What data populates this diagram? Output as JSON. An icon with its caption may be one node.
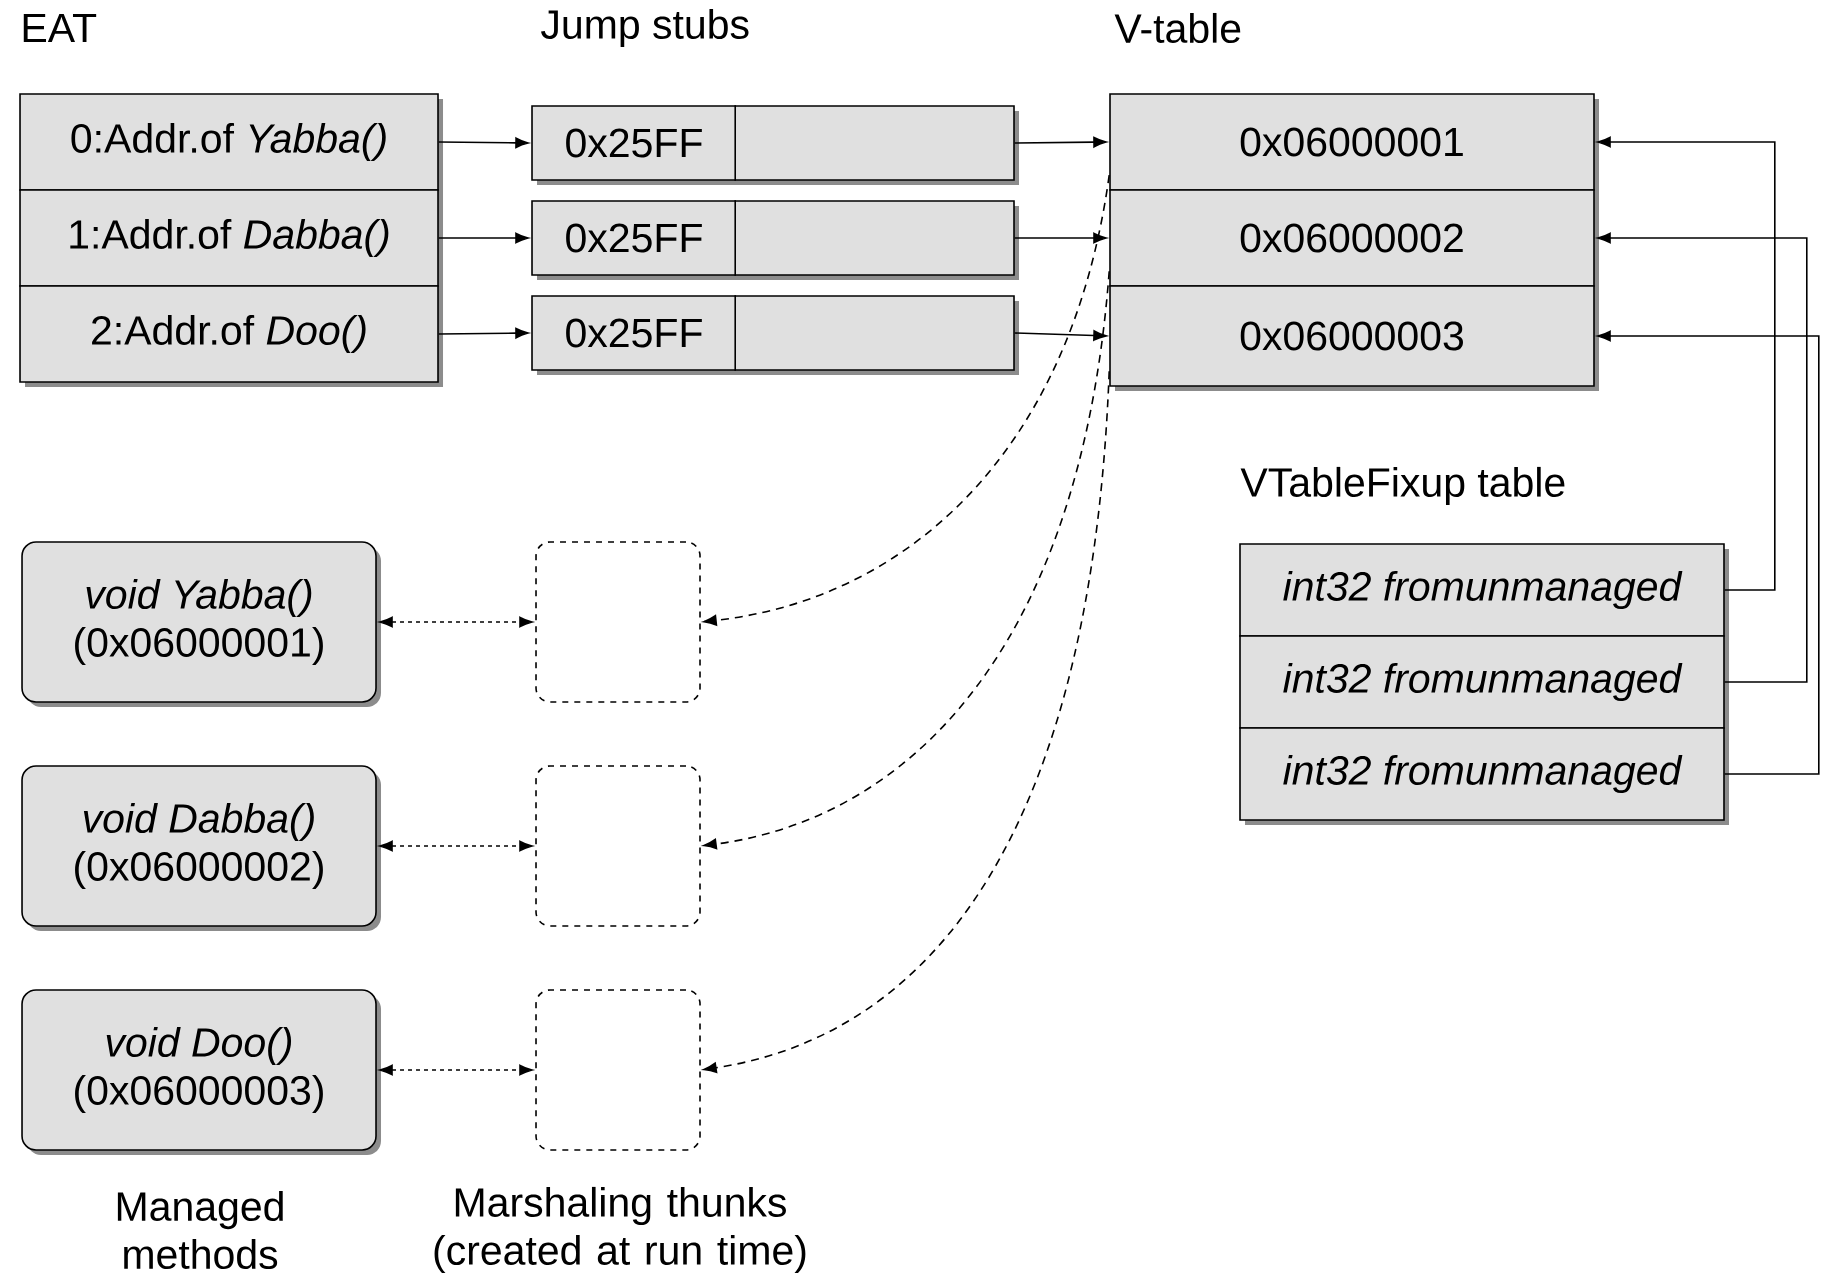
{
  "diagram": {
    "nodes": [
      {
        "text": [
          "0:Addr.of *Yabba()*"
        ]
      },
      {
        "text": [
          "1:Addr.of *Dabba()*"
        ]
      },
      {
        "text": [
          "2:Addr.of *Doo()*"
        ]
      },
      {
        "text": [
          "0x25FF"
        ]
      },
      {
        "text": [
          "0x25FF"
        ]
      },
      {
        "text": [
          "0x25FF"
        ]
      },
      {
        "text": [
          "0x06000001"
        ]
      },
      {
        "text": [
          "0x06000002"
        ]
      },
      {
        "text": [
          "0x06000003"
        ]
      },
      {
        "text": [
          "int32 fromunmanaged"
        ]
      },
      {
        "text": [
          "int32 fromunmanaged"
        ]
      },
      {
        "text": [
          "int32 fromunmanaged"
        ]
      },
      {
        "text": [
          "void Yabba()",
          "(0x06000001)"
        ]
      },
      {
        "text": [
          "void Dabba()",
          "(0x06000002)"
        ]
      },
      {
        "text": [
          "void Doo()",
          "(0x06000003)"
        ]
      },
      {
        "text": [],
        "shape": "box"
      },
      {
        "text": [],
        "shape": "box"
      },
      {
        "text": [],
        "shape": "box"
      }
    ],
    "edges": [
      {
        "from": 0,
        "to": 3,
        "arrow": "to"
      },
      {
        "from": 1,
        "to": 4,
        "arrow": "to"
      },
      {
        "from": 2,
        "to": 5,
        "arrow": "to"
      },
      {
        "from": 3,
        "to": 6,
        "arrow": "to"
      },
      {
        "from": 4,
        "to": 7,
        "arrow": "to"
      },
      {
        "from": 5,
        "to": 8,
        "arrow": "to"
      },
      {
        "from": 9,
        "to": 6,
        "arrow": "to"
      },
      {
        "from": 10,
        "to": 7,
        "arrow": "to"
      },
      {
        "from": 11,
        "to": 8,
        "arrow": "to"
      },
      {
        "from": 6,
        "to": 15,
        "arrow": "to",
        "style": "dashed"
      },
      {
        "from": 7,
        "to": 16,
        "arrow": "to",
        "style": "dashed"
      },
      {
        "from": 8,
        "to": 17,
        "arrow": "to",
        "style": "dashed"
      },
      {
        "from": 12,
        "to": 15,
        "arrow": "both",
        "style": "dashed"
      },
      {
        "from": 13,
        "to": 16,
        "arrow": "both",
        "style": "dashed"
      },
      {
        "from": 14,
        "to": 17,
        "arrow": "both",
        "style": "dashed"
      }
    ],
    "labels": [
      "EAT",
      "Jump stubs",
      "V-table",
      "VTableFixup table",
      "Managed methods",
      "Marshaling thunks (created at run time)"
    ]
  }
}
